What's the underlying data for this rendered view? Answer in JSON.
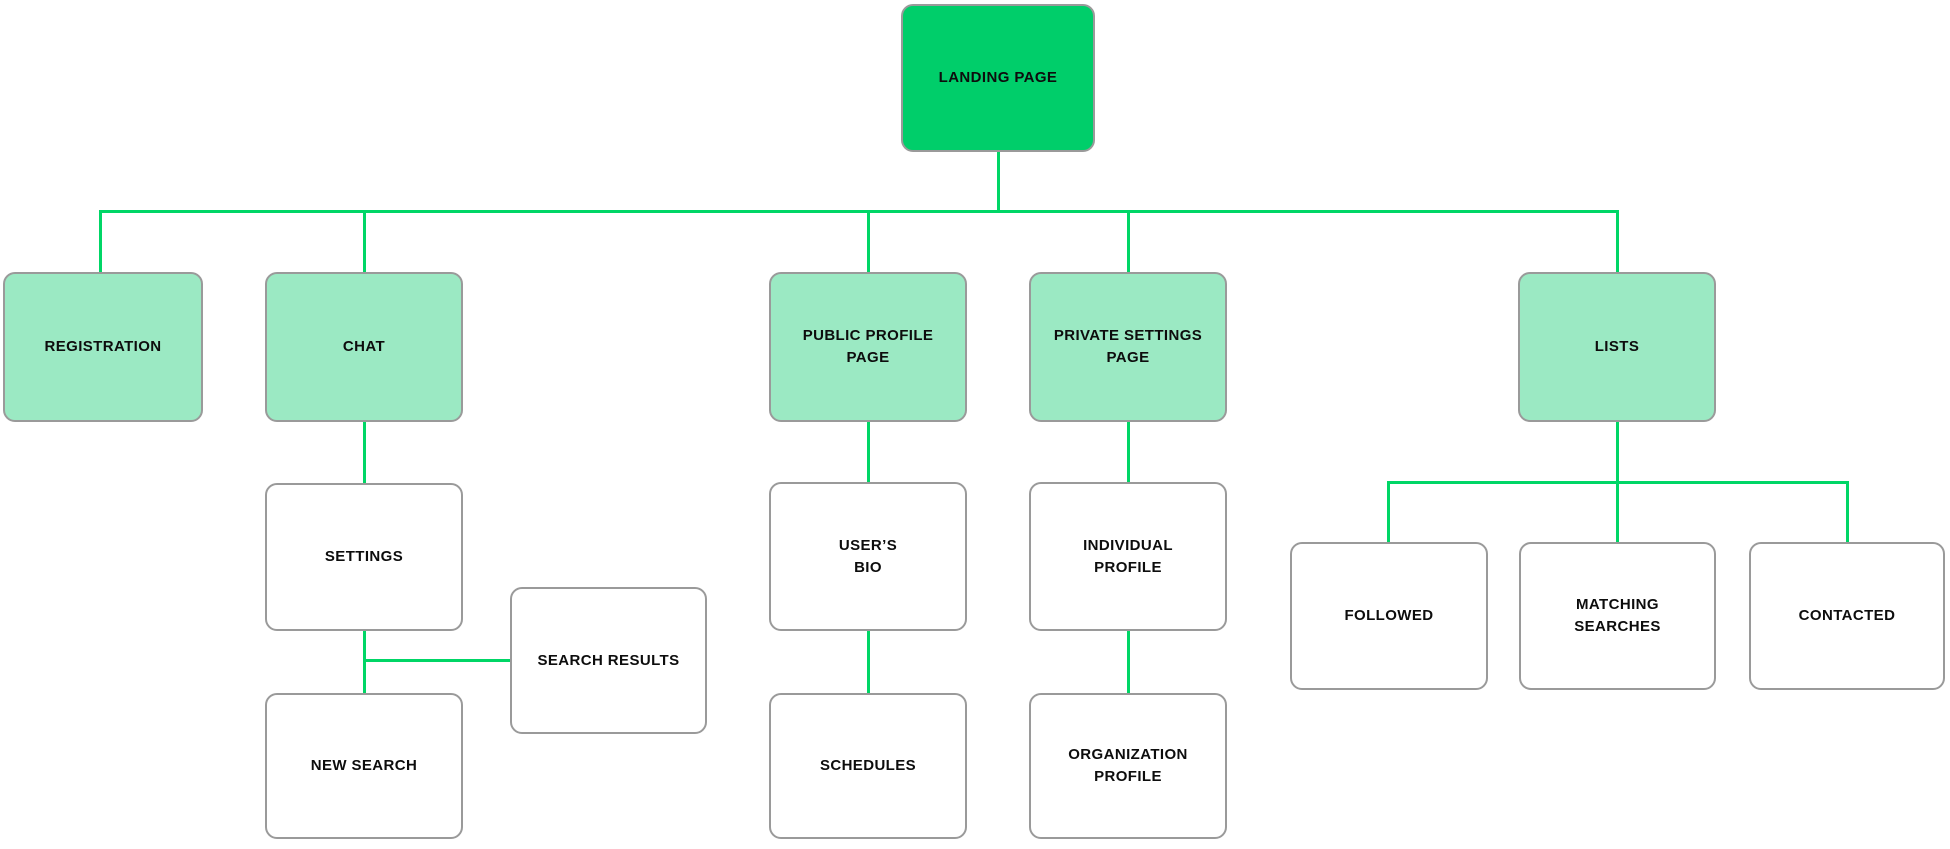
{
  "diagram": {
    "type": "sitemap-flowchart",
    "colors": {
      "accent_green": "#00CE6A",
      "light_green": "#9BE9C3",
      "connector_green": "#00D666",
      "border_gray": "#9A9A9A",
      "text_black": "#0D0D0D"
    },
    "nodes": {
      "landing": {
        "label": "LANDING PAGE",
        "style": "primary"
      },
      "registration": {
        "label": "REGISTRATION",
        "style": "secondary"
      },
      "chat": {
        "label": "CHAT",
        "style": "secondary"
      },
      "public_profile": {
        "label": "PUBLIC PROFILE\nPAGE",
        "style": "secondary"
      },
      "private_settings": {
        "label": "PRIVATE SETTINGS\nPAGE",
        "style": "secondary"
      },
      "lists": {
        "label": "LISTS",
        "style": "secondary"
      },
      "settings": {
        "label": "SETTINGS",
        "style": "plain"
      },
      "search_results": {
        "label": "SEARCH RESULTS",
        "style": "plain"
      },
      "new_search": {
        "label": "NEW SEARCH",
        "style": "plain"
      },
      "users_bio": {
        "label": "USER’S\nBIO",
        "style": "plain"
      },
      "schedules": {
        "label": "SCHEDULES",
        "style": "plain"
      },
      "individual_profile": {
        "label": "INDIVIDUAL\nPROFILE",
        "style": "plain"
      },
      "organization_profile": {
        "label": "ORGANIZATION\nPROFILE",
        "style": "plain"
      },
      "followed": {
        "label": "FOLLOWED",
        "style": "plain"
      },
      "matching_searches": {
        "label": "MATCHING\nSEARCHES",
        "style": "plain"
      },
      "contacted": {
        "label": "CONTACTED",
        "style": "plain"
      }
    },
    "edges": [
      [
        "landing",
        "registration"
      ],
      [
        "landing",
        "chat"
      ],
      [
        "landing",
        "public_profile"
      ],
      [
        "landing",
        "private_settings"
      ],
      [
        "landing",
        "lists"
      ],
      [
        "chat",
        "settings"
      ],
      [
        "settings",
        "search_results"
      ],
      [
        "settings",
        "new_search"
      ],
      [
        "public_profile",
        "users_bio"
      ],
      [
        "users_bio",
        "schedules"
      ],
      [
        "private_settings",
        "individual_profile"
      ],
      [
        "individual_profile",
        "organization_profile"
      ],
      [
        "lists",
        "followed"
      ],
      [
        "lists",
        "matching_searches"
      ],
      [
        "lists",
        "contacted"
      ]
    ]
  }
}
